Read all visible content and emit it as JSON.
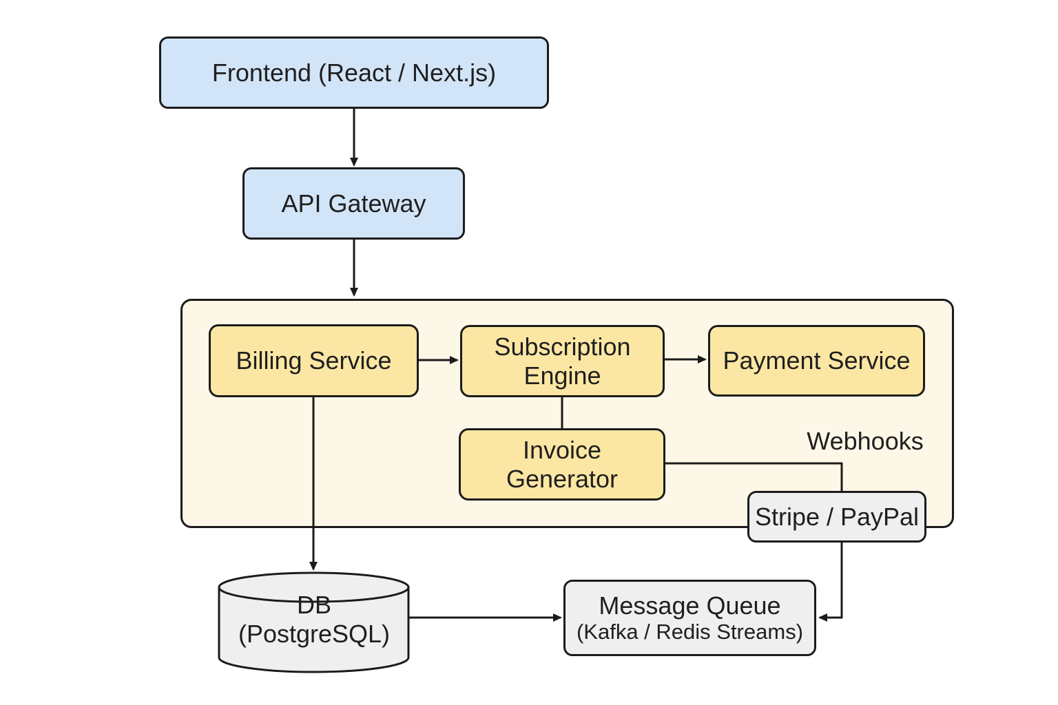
{
  "diagram": {
    "nodes": {
      "frontend": {
        "label": "Frontend (React / Next.js)"
      },
      "api_gateway": {
        "label": "API Gateway"
      },
      "billing": {
        "label": "Billing Service"
      },
      "subscription": {
        "line1": "Subscription",
        "line2": "Engine"
      },
      "payment": {
        "label": "Payment Service"
      },
      "invoice": {
        "line1": "Invoice",
        "line2": "Generator"
      },
      "stripe": {
        "label": "Stripe / PayPal"
      },
      "db": {
        "line1": "DB",
        "line2": "(PostgreSQL)"
      },
      "message_queue": {
        "line1": "Message Queue",
        "line2": "(Kafka / Redis Streams)"
      }
    },
    "annotations": {
      "webhooks": "Webhooks"
    }
  },
  "colors": {
    "node_blue": "#d2e4f7",
    "node_yellow": "#fbe7a3",
    "container_cream": "#fdf7e7",
    "node_gray": "#efefef",
    "stroke": "#1b1b1b",
    "text": "#1f1f1f",
    "canvas": "#ffffff"
  }
}
